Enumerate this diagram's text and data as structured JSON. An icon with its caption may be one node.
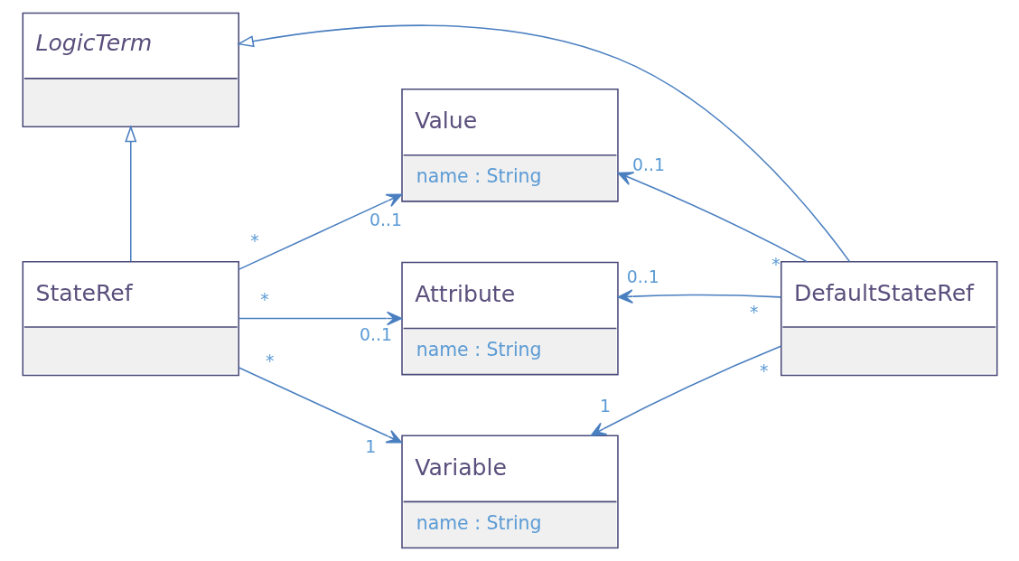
{
  "diagram": {
    "nodes": [
      {
        "text": [
          "LogicTerm"
        ]
      },
      {
        "text": [
          "Value",
          "name : String"
        ]
      },
      {
        "text": [
          "Attribute",
          "name : String"
        ]
      },
      {
        "text": [
          "Variable",
          "name : String"
        ]
      },
      {
        "text": [
          "StateRef"
        ]
      },
      {
        "text": [
          "DefaultStateRef"
        ]
      }
    ],
    "edges": [
      {
        "from": 4,
        "to": 0,
        "arrow": "to"
      },
      {
        "from": 5,
        "to": 0,
        "arrow": "to"
      },
      {
        "from": 4,
        "to": 1,
        "arrow": "to"
      },
      {
        "from": 4,
        "to": 2,
        "arrow": "to"
      },
      {
        "from": 4,
        "to": 3,
        "arrow": "to"
      },
      {
        "from": 5,
        "to": 1,
        "arrow": "to"
      },
      {
        "from": 5,
        "to": 2,
        "arrow": "to"
      },
      {
        "from": 5,
        "to": 3,
        "arrow": "to"
      }
    ],
    "labels": [
      "0..1",
      "0..1",
      "*",
      "*",
      "*",
      "0..1",
      "0..1",
      "*",
      "*",
      "*",
      "1",
      "1"
    ]
  }
}
